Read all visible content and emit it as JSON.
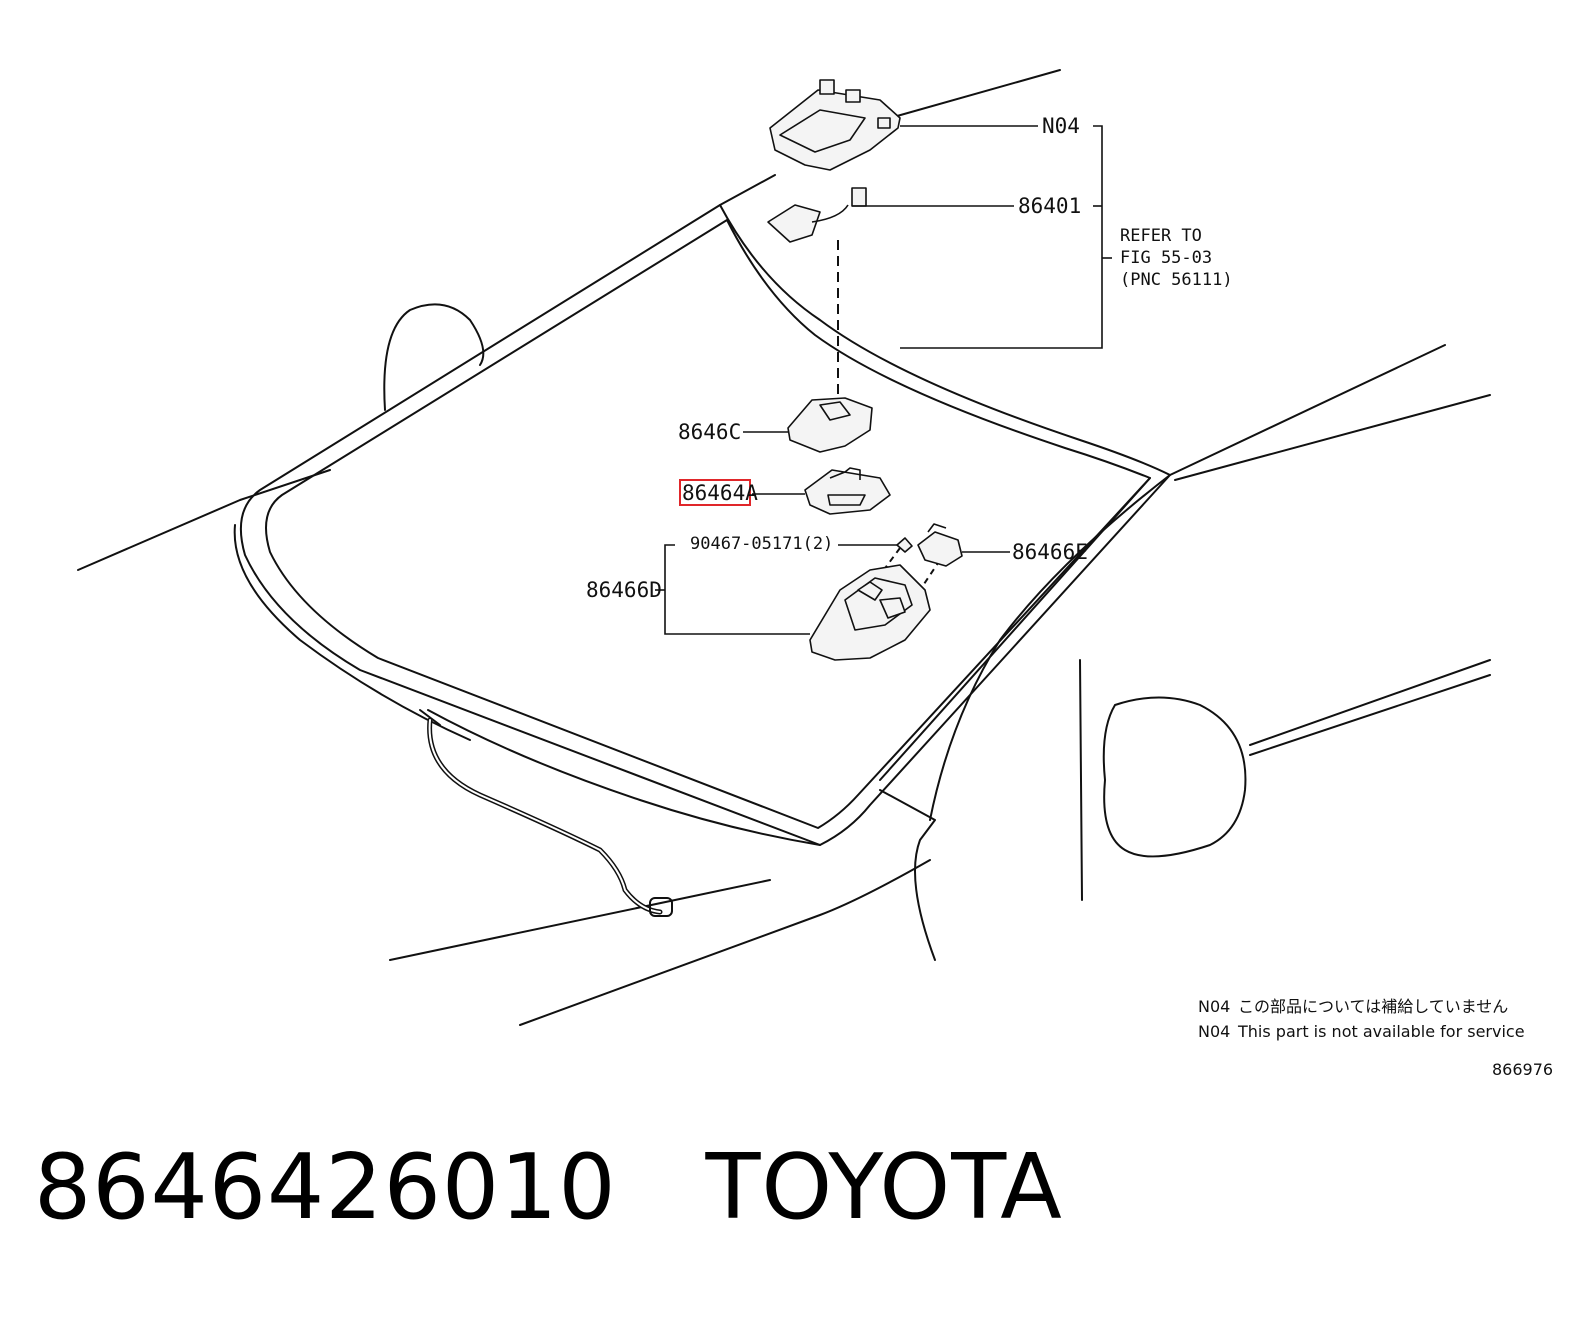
{
  "parts": {
    "n04": "N04",
    "p86401": "86401",
    "p8646c": "8646C",
    "p86464a": "86464A",
    "p90467": "90467-05171(2)",
    "p86466e": "86466E",
    "p86466d": "86466D"
  },
  "refer": {
    "line1": "REFER TO",
    "line2": "FIG 55-03",
    "line3": "(PNC 56111)"
  },
  "notes": {
    "jp_code": "N04",
    "jp_text": "この部品については補給していません",
    "en_code": "N04",
    "en_text": "This part is not available for service",
    "illustration_no": "866976"
  },
  "footer": {
    "part_number": "8646426010",
    "brand": "TOYOTA"
  },
  "colors": {
    "line": "#111111",
    "highlight": "#e0262a"
  }
}
